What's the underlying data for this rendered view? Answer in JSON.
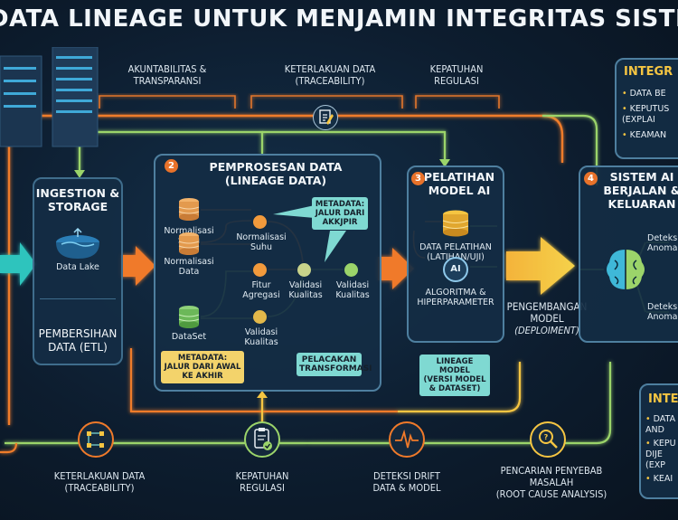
{
  "title": "DATA LINEAGE UNTUK MENJAMIN INTEGRITAS SISTEM AI",
  "top_labels": [
    "AKUNTABILITAS &\nTRANSPARANSI",
    "KETERLAKUAN DATA\n(TRACEABILITY)",
    "KEPATUHAN\nREGULASI"
  ],
  "stage1": {
    "title": "INGESTION &\nSTORAGE",
    "lake": "Data Lake",
    "cleaning": "PEMBERSIHAN\nDATA (ETL)"
  },
  "stage2": {
    "badge": "2",
    "title": "PEMPROSESAN DATA\n(LINEAGE DATA)",
    "sources": [
      "Normalisasi\nSuhu",
      "Normalisasi\nData",
      "DataSet"
    ],
    "nodes": [
      "Normalisasi\nSuhu",
      "Fitur\nAgregasi",
      "Validasi\nKualitas",
      "Validasi\nKualitas",
      "Validasi\nKualitas"
    ],
    "note_top": "METADATA:\nJALUR DARI\nAKKJPIR",
    "note_bottom": "METADATA:\nJALUR DARI AWAL\nKE AKHIR",
    "note_transform": "PELACAKAN\nTRANSFORMASI"
  },
  "stage3": {
    "badge": "3",
    "title": "PELATIHAN\nMODEL AI",
    "data": "DATA PELATIHAN\n(LATIHAN/UJI)",
    "algo": "ALGORITMA &\nHIPERPARAMETER",
    "ai_badge": "AI",
    "note": "LINEAGE MODEL\n(VERSI MODEL\n& DATASET)"
  },
  "deploy": {
    "title": "PENGEMBANGAN\nMODEL",
    "sub": "(DEPLOIMENT)"
  },
  "stage4": {
    "badge": "4",
    "title": "SISTEM AI\nBERJALAN &\nKELUARAN",
    "outs": [
      "Deteks\nAnoma",
      "Deteks\nAnoma"
    ]
  },
  "integ_top": {
    "title": "INTEGR",
    "items": [
      "DATA BE",
      "KEPUTUS\n(EXPLAI",
      "KEAMAN"
    ]
  },
  "integ_bottom": {
    "title": "INTEG",
    "items": [
      "DATA\nAND",
      "KEPU\nDIJE\n(EXP",
      "KEAI"
    ]
  },
  "bottom_labels": [
    "KETERLAKUAN DATA\n(TRACEABILITY)",
    "KEPATUHAN\nREGULASI",
    "DETEKSI DRIFT\nDATA & MODEL",
    "PENCARIAN PENYEBAB\nMASALAH\n(ROOT CAUSE ANALYSIS)"
  ],
  "icons": [
    "server-icon",
    "document-edit-icon",
    "database-icon",
    "data-lake-icon",
    "brain-icon",
    "traceability-icon",
    "clipboard-check-icon",
    "pulse-icon",
    "magnifier-icon",
    "ai-chip-icon"
  ],
  "colors": {
    "orange": "#f07a2a",
    "green": "#9bd46a",
    "teal": "#3fd6c6",
    "yellow": "#f5c542",
    "note_yellow": "#f3d36b",
    "note_teal": "#7fd9d2"
  }
}
